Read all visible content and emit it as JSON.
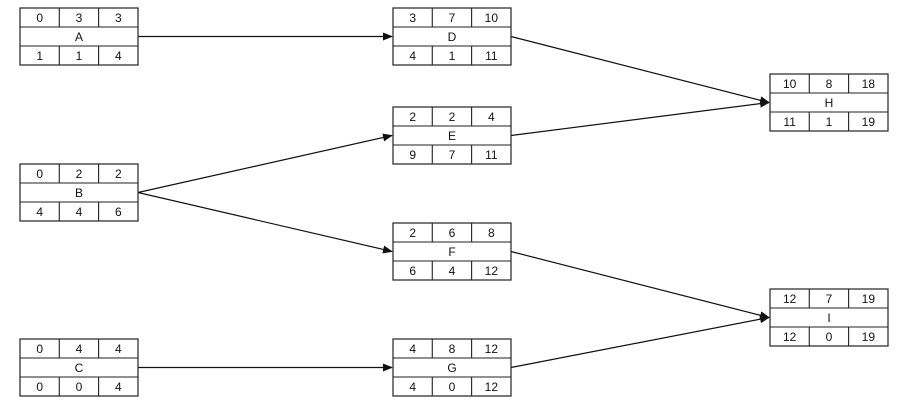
{
  "nodes": [
    {
      "id": "A",
      "top": [
        "0",
        "3",
        "3"
      ],
      "bottom": [
        "1",
        "1",
        "4"
      ]
    },
    {
      "id": "B",
      "top": [
        "0",
        "2",
        "2"
      ],
      "bottom": [
        "4",
        "4",
        "6"
      ]
    },
    {
      "id": "C",
      "top": [
        "0",
        "4",
        "4"
      ],
      "bottom": [
        "0",
        "0",
        "4"
      ]
    },
    {
      "id": "D",
      "top": [
        "3",
        "7",
        "10"
      ],
      "bottom": [
        "4",
        "1",
        "11"
      ]
    },
    {
      "id": "E",
      "top": [
        "2",
        "2",
        "4"
      ],
      "bottom": [
        "9",
        "7",
        "11"
      ]
    },
    {
      "id": "F",
      "top": [
        "2",
        "6",
        "8"
      ],
      "bottom": [
        "6",
        "4",
        "12"
      ]
    },
    {
      "id": "G",
      "top": [
        "4",
        "8",
        "12"
      ],
      "bottom": [
        "4",
        "0",
        "12"
      ]
    },
    {
      "id": "H",
      "top": [
        "10",
        "8",
        "18"
      ],
      "bottom": [
        "11",
        "1",
        "19"
      ]
    },
    {
      "id": "I",
      "top": [
        "12",
        "7",
        "19"
      ],
      "bottom": [
        "12",
        "0",
        "19"
      ]
    }
  ],
  "edges": [
    {
      "from": "A",
      "to": "D"
    },
    {
      "from": "B",
      "to": "E"
    },
    {
      "from": "B",
      "to": "F"
    },
    {
      "from": "C",
      "to": "G"
    },
    {
      "from": "D",
      "to": "H"
    },
    {
      "from": "E",
      "to": "H"
    },
    {
      "from": "F",
      "to": "I"
    },
    {
      "from": "G",
      "to": "I"
    }
  ],
  "colors": {
    "line": "#111111",
    "box_border": "#222222",
    "background": "#ffffff"
  }
}
